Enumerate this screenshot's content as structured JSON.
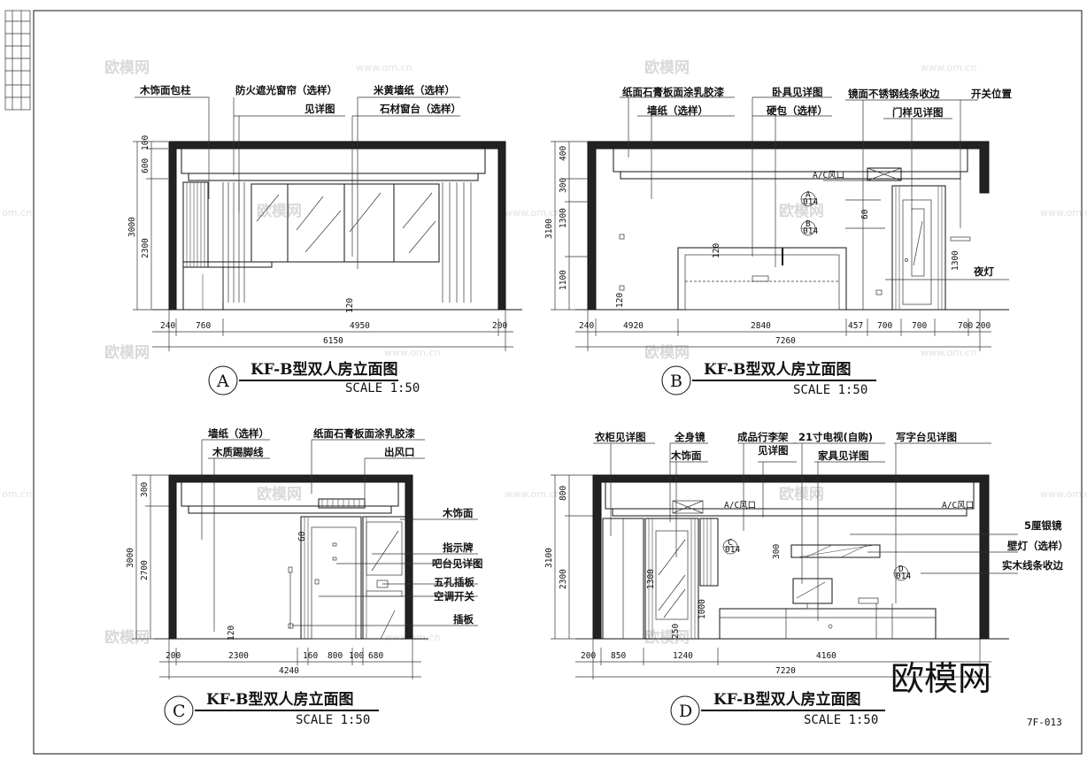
{
  "watermarks": {
    "brand": "欧模网",
    "url": "www.om.cn",
    "url_short": "om.cn"
  },
  "logo": "欧模网",
  "sheet_number": "7F-013",
  "views": [
    {
      "letter": "A",
      "title": "KF-B型双人房立面图",
      "scale": "SCALE  1:50",
      "labels": [
        "木饰面包柱",
        "防火遮光窗帘（选样）",
        "见详图",
        "米黄墙纸（选样）",
        "石材窗台（选样）"
      ],
      "dims_bottom": [
        "240",
        "760",
        "4950",
        "200"
      ],
      "dim_total": "6150",
      "dims_side": [
        "100",
        "600",
        "2300",
        "3000"
      ],
      "dim_inner": "120"
    },
    {
      "letter": "B",
      "title": "KF-B型双人房立面图",
      "scale": "SCALE  1:50",
      "labels": [
        "纸面石膏板面涂乳胶漆",
        "墙纸（选样）",
        "卧具见详图",
        "硬包（选样）",
        "镜面不锈钢线条收边",
        "门样见详图",
        "开关位置",
        "A/C风口",
        "夜灯"
      ],
      "dims_bottom": [
        "240",
        "4920",
        "2840",
        "457",
        "700",
        "700",
        "700",
        "200"
      ],
      "dim_total": "7260",
      "dims_side": [
        "400",
        "300",
        "1300",
        "1100",
        "3100",
        "120"
      ],
      "dims_misc": [
        "120",
        "60",
        "1300"
      ],
      "callouts": [
        {
          "top": "A",
          "bottom": "014"
        },
        {
          "top": "B",
          "bottom": "014"
        }
      ]
    },
    {
      "letter": "C",
      "title": "KF-B型双人房立面图",
      "scale": "SCALE  1:50",
      "labels": [
        "墙纸（选样）",
        "木质踢脚线",
        "纸面石膏板面涂乳胶漆",
        "出风口",
        "木饰面",
        "指示牌",
        "吧台见详图",
        "五孔插板",
        "空调开关",
        "插板"
      ],
      "dims_bottom": [
        "200",
        "2300",
        "160",
        "800",
        "100",
        "680"
      ],
      "dim_total": "4240",
      "dims_side": [
        "300",
        "2700",
        "3000"
      ],
      "dims_misc": [
        "120",
        "60"
      ]
    },
    {
      "letter": "D",
      "title": "KF-B型双人房立面图",
      "scale": "SCALE  1:50",
      "labels": [
        "衣柜见详图",
        "全身镜",
        "木饰面",
        "成品行李架",
        "见详图",
        "21寸电视(自购)",
        "家具见详图",
        "写字台见详图",
        "5厘银镜",
        "壁灯（选样）",
        "实木线条收边",
        "A/C风口"
      ],
      "dims_bottom": [
        "200",
        "850",
        "1240",
        "4160"
      ],
      "dim_total": "7220",
      "dims_side": [
        "800",
        "2300",
        "3100"
      ],
      "dims_misc": [
        "1300",
        "1000",
        "250",
        "300"
      ],
      "callouts": [
        {
          "top": "C",
          "bottom": "014"
        },
        {
          "top": "D",
          "bottom": "014"
        }
      ]
    }
  ]
}
